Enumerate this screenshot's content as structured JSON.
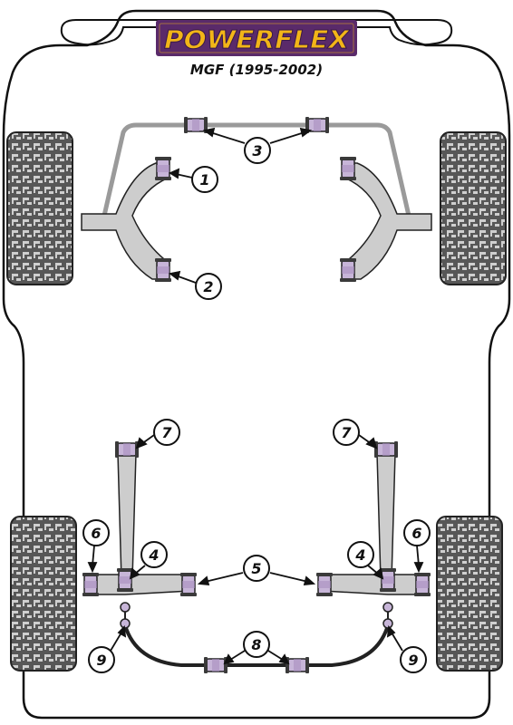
{
  "header": {
    "brand": "POWERFLEX",
    "model": "MGF (1995-2002)"
  },
  "callouts": {
    "c1": "1",
    "c2": "2",
    "c3": "3",
    "c4": "4",
    "c5": "5",
    "c6": "6",
    "c7": "7",
    "c8": "8",
    "c9": "9"
  },
  "colors": {
    "outline": "#111111",
    "logo_bg": "#5a2a6a",
    "logo_text": "#f2b518",
    "bush_purple": "#c7b5d8",
    "bush_dark": "#4a4a4a",
    "arm_gray": "#c8c8c8",
    "bar_gray": "#9a9a9a",
    "tyre_bg": "#5a5a5a",
    "tyre_tread": "#c9c9c9"
  }
}
